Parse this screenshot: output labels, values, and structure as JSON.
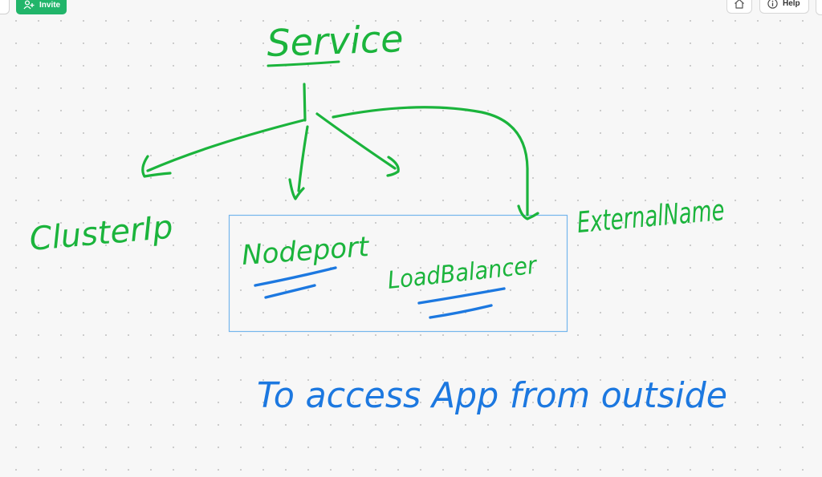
{
  "toolbar": {
    "invite_label": "Invite",
    "help_label": "Help"
  },
  "sketch": {
    "title": "Service",
    "branches": [
      "ClusterIp",
      "Nodeport",
      "LoadBalancer",
      "ExternalName"
    ],
    "note": "To access  App from outside"
  },
  "colors": {
    "green_ink": "#1bb43c",
    "blue_ink": "#1c78e0",
    "selection": "#74b6ec",
    "invite_bg": "#21b56a"
  },
  "icons": [
    "add-user-icon",
    "home-icon",
    "info-icon"
  ]
}
